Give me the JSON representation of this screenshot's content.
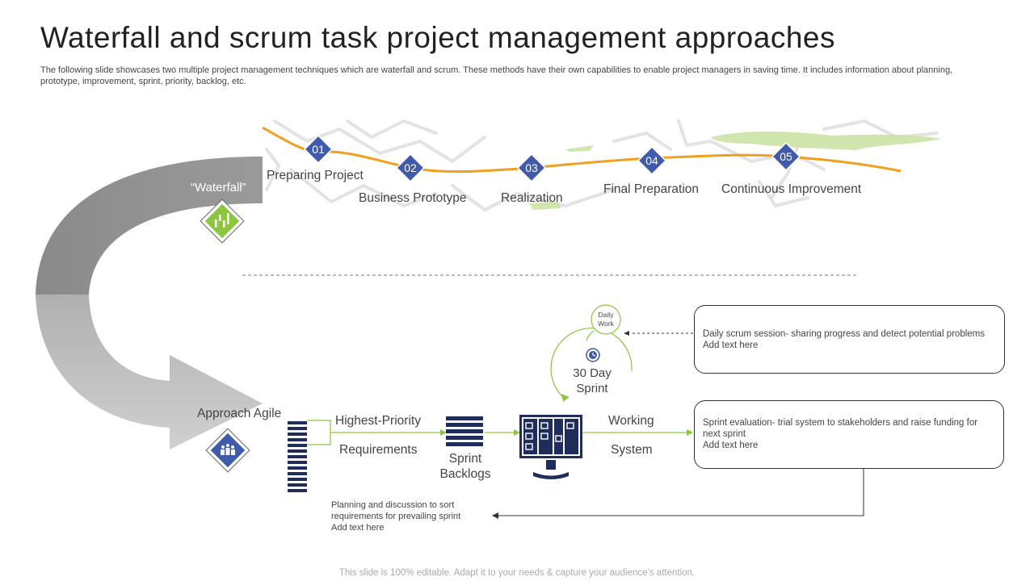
{
  "header": {
    "title": "Waterfall and scrum task project management approaches",
    "description": "The following slide showcases two multiple project management techniques which are waterfall and scrum. These methods have their own capabilities to enable project managers in saving time. It includes information about planning, prototype, improvement, sprint, priority, backlog, etc."
  },
  "waterfall": {
    "label": "“Waterfall”",
    "steps": [
      {
        "num": "01",
        "label": "Preparing Project"
      },
      {
        "num": "02",
        "label": "Business Prototype"
      },
      {
        "num": "03",
        "label": "Realization"
      },
      {
        "num": "04",
        "label": "Final Preparation"
      },
      {
        "num": "05",
        "label": "Continuous Improvement"
      }
    ]
  },
  "agile": {
    "label": "Approach Agile",
    "highest_priority": "Highest-Priority",
    "requirements": "Requirements",
    "sprint": "Sprint",
    "backlogs": "Backlogs",
    "working": "Working",
    "system": "System",
    "daily_work_line1": "Daily",
    "daily_work_line2": "Work",
    "cycle_line1": "30 Day",
    "cycle_line2": "Sprint"
  },
  "callouts": {
    "daily_title": "Daily scrum session- sharing progress and detect potential problems",
    "daily_sub": "Add text here",
    "eval_title": "Sprint evaluation- trial system to stakeholders and raise funding for next sprint",
    "eval_sub": "Add text here",
    "planning_l1": "Planning and discussion to sort",
    "planning_l2": "requirements for prevailing sprint",
    "planning_l3": "Add text here"
  },
  "footer": {
    "note": "This slide is 100% editable. Adapt it to your needs & capture your audience’s attention."
  },
  "colors": {
    "navy": "#1f2d5a",
    "diamond_blue": "#3f5ba9",
    "green": "#8cc63f",
    "orange": "#f0a020",
    "gray_dark": "#8f8f8f",
    "gray_light": "#c4c4c4"
  }
}
